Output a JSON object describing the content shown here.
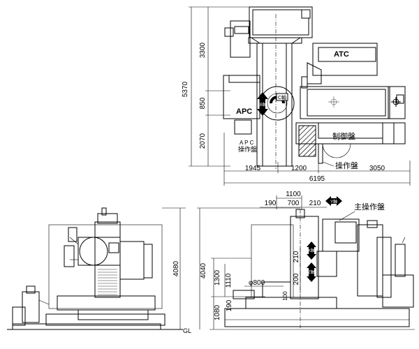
{
  "plan_view": {
    "labels": {
      "atc": "ATC",
      "apc": "APC",
      "apc_panel_line1": "A P C",
      "apc_panel_line2": "操作盤",
      "control_panel": "制御盤",
      "operation_panel": "操作盤",
      "c_axis": "C軸",
      "b_axis": "B軸"
    },
    "dimensions": {
      "total_depth": "5370",
      "upper_depth": "3300",
      "mid_depth": "850",
      "lower_depth": "2070",
      "width_left": "1945",
      "width_mid": "1200",
      "width_right": "3050",
      "total_width": "6195"
    }
  },
  "front_view": {
    "labels": {
      "gl": "GL"
    },
    "dimensions": {
      "total_height": "4080"
    }
  },
  "side_view": {
    "labels": {
      "main_panel": "主操作盤",
      "y_axis": "Y軸",
      "z_axis": "Z軸",
      "x_axis": "X軸"
    },
    "dimensions": {
      "top_width": "1100",
      "w190": "190",
      "w700": "700",
      "w210": "210",
      "h4040": "4040",
      "h1300": "1300",
      "h1110": "1110",
      "h1080": "1080",
      "h190": "190",
      "h210": "210",
      "h200": "200",
      "dia800": "φ800",
      "h100": "100"
    }
  }
}
